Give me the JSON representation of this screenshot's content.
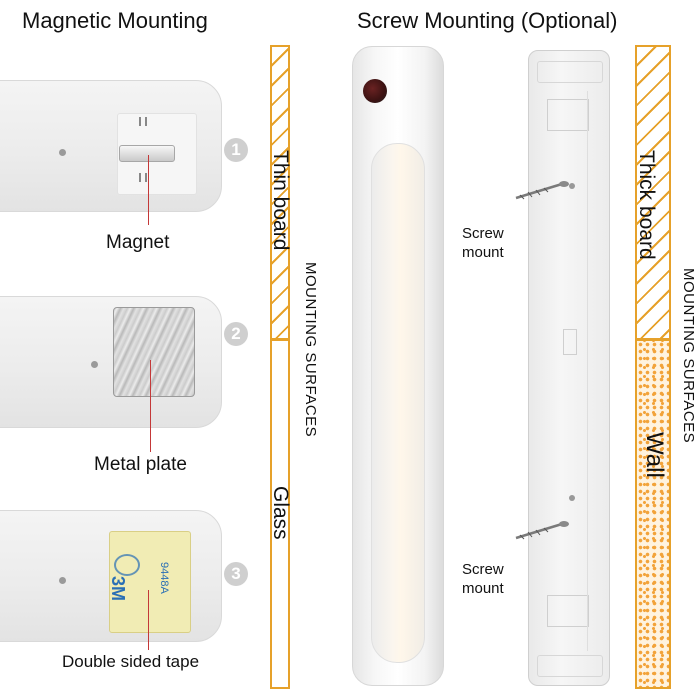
{
  "headings": {
    "left": "Magnetic Mounting",
    "right": "Screw Mounting (Optional)"
  },
  "steps": [
    {
      "number": "1",
      "callout": "Magnet"
    },
    {
      "number": "2",
      "callout": "Metal plate"
    },
    {
      "number": "3",
      "callout": "Double sided tape"
    }
  ],
  "left_bar": {
    "thin_board": "Thin board",
    "glass": "Glass",
    "side_label": "MOUNTING SURFACES"
  },
  "right_bar": {
    "thick_board": "Thick board",
    "wall": "Wall",
    "side_label": "MOUNTING SURFACES"
  },
  "screw_labels": {
    "top": "Screw mount",
    "bottom": "Screw mount"
  },
  "tape_print": {
    "brand": "3M",
    "code": "9448A"
  },
  "colors": {
    "accent_gold": "#e6a12a",
    "wall_orange": "#f2a33a",
    "callout_line": "#c43838",
    "badge_grey": "#cfcfcf"
  }
}
